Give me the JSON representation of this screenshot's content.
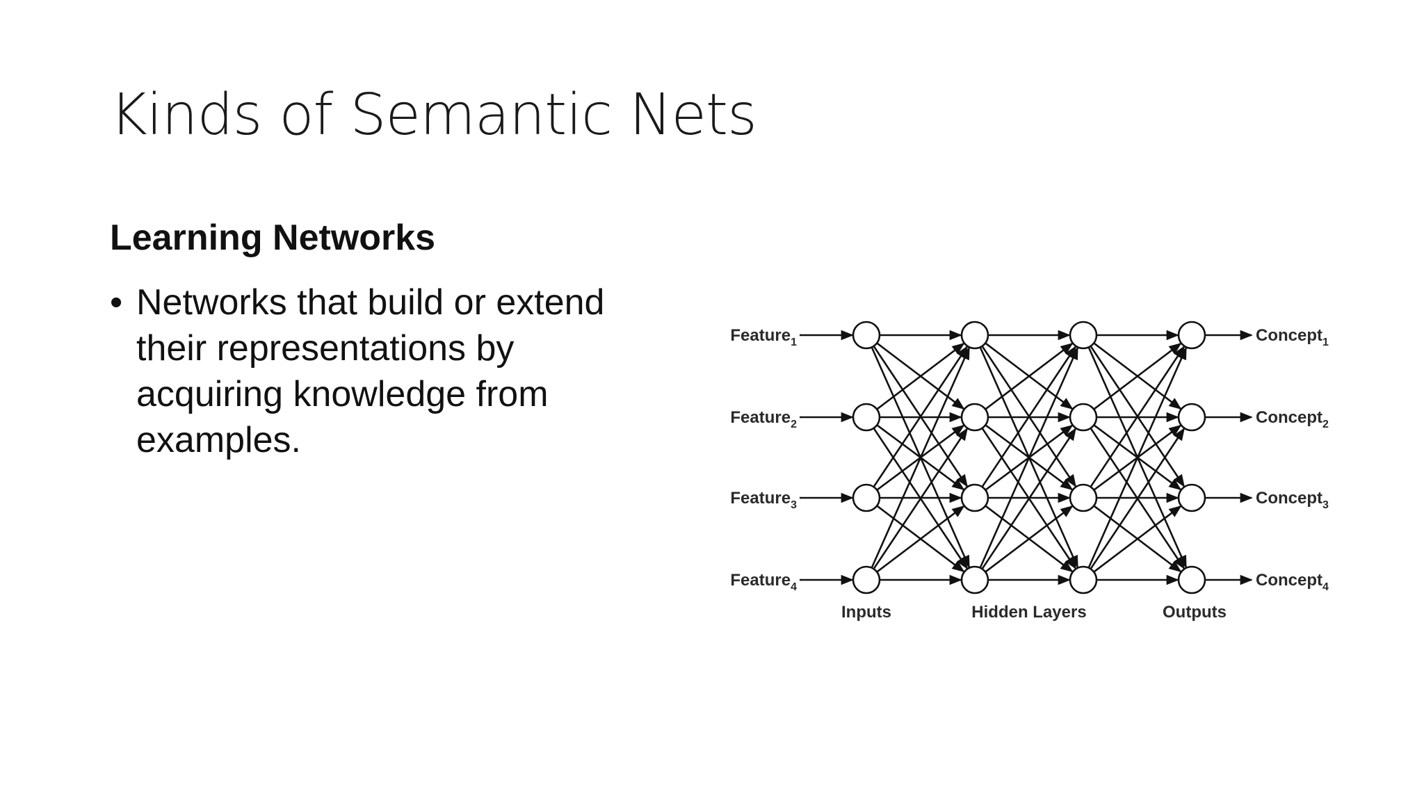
{
  "slide": {
    "title": "Kinds of Semantic Nets",
    "heading": "Learning Networks",
    "bullets": [
      {
        "marker": "•",
        "text": "Networks that build or extend their representations by acquiring knowledge from examples."
      }
    ]
  },
  "diagram": {
    "inputs": [
      {
        "label": "Feature",
        "sub": "1"
      },
      {
        "label": "Feature",
        "sub": "2"
      },
      {
        "label": "Feature",
        "sub": "3"
      },
      {
        "label": "Feature",
        "sub": "4"
      }
    ],
    "outputs": [
      {
        "label": "Concept",
        "sub": "1"
      },
      {
        "label": "Concept",
        "sub": "2"
      },
      {
        "label": "Concept",
        "sub": "3"
      },
      {
        "label": "Concept",
        "sub": "4"
      }
    ],
    "layer_labels": {
      "inputs": "Inputs",
      "hidden": "Hidden Layers",
      "outputs": "Outputs"
    },
    "layers": 4,
    "nodes_per_layer": 4,
    "colors": {
      "stroke": "#111111",
      "node_fill": "#ffffff",
      "text": "#2a2a2a"
    }
  }
}
